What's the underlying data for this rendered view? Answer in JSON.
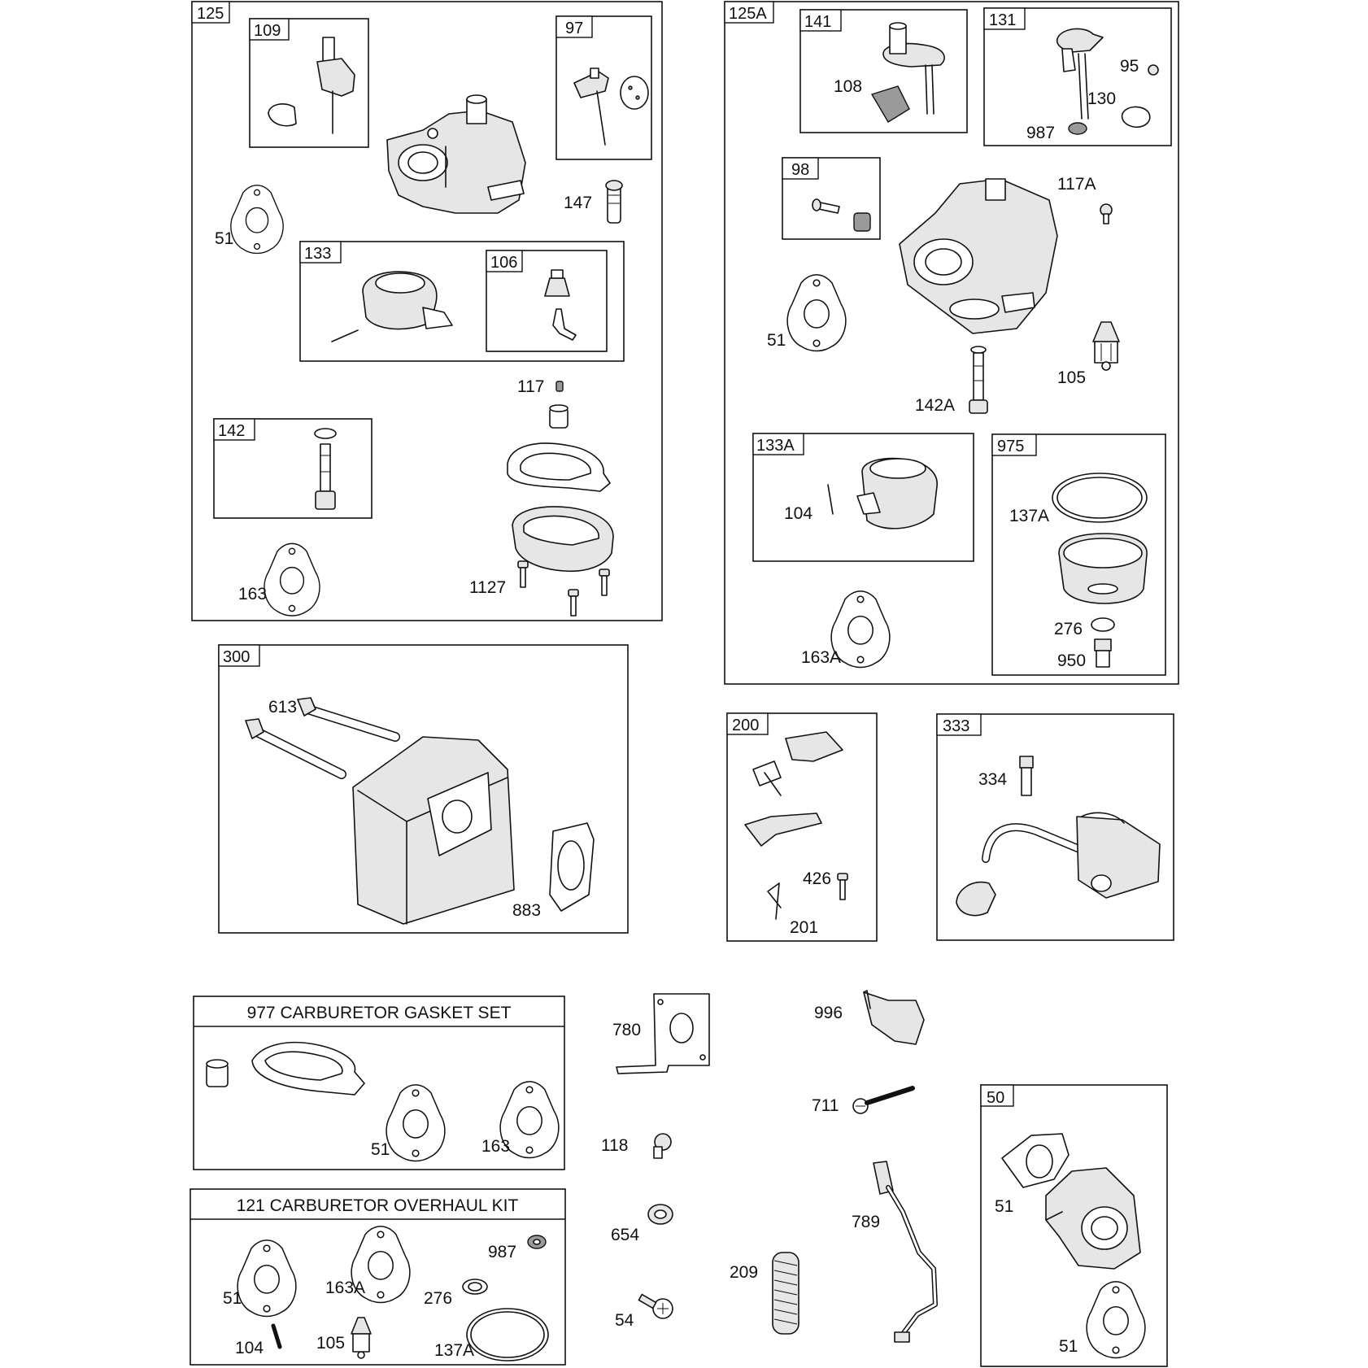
{
  "boxes": {
    "b125": "125",
    "b109": "109",
    "b97": "97",
    "b133": "133",
    "b106": "106",
    "b142": "142",
    "b125A": "125A",
    "b141": "141",
    "b131": "131",
    "b98": "98",
    "b133A": "133A",
    "b975": "975",
    "b300": "300",
    "b200": "200",
    "b333": "333",
    "b50": "50"
  },
  "labels": {
    "l51_125": "51",
    "l147": "147",
    "l117": "117",
    "l163_125": "163",
    "l1127": "1127",
    "l108": "108",
    "l95": "95",
    "l130": "130",
    "l987_131": "987",
    "l117A": "117A",
    "l51_125A": "51",
    "l105_125A": "105",
    "l142A": "142A",
    "l104_133A": "104",
    "l137A_975": "137A",
    "l276_975": "276",
    "l950": "950",
    "l163A_125A": "163A",
    "l613": "613",
    "l883": "883",
    "l426": "426",
    "l201": "201",
    "l334": "334",
    "l780": "780",
    "l996": "996",
    "l711": "711",
    "l118": "118",
    "l654": "654",
    "l789": "789",
    "l209": "209",
    "l54": "54",
    "l51_977": "51",
    "l163_977": "163",
    "l51_121": "51",
    "l163A_121": "163A",
    "l987_121": "987",
    "l276_121": "276",
    "l104_121": "104",
    "l105_121": "105",
    "l137A_121": "137A",
    "l51_50a": "51",
    "l51_50b": "51"
  },
  "kits": {
    "gasket_set_title": "977 CARBURETOR GASKET SET",
    "overhaul_kit_title": "121 CARBURETOR OVERHAUL KIT"
  }
}
